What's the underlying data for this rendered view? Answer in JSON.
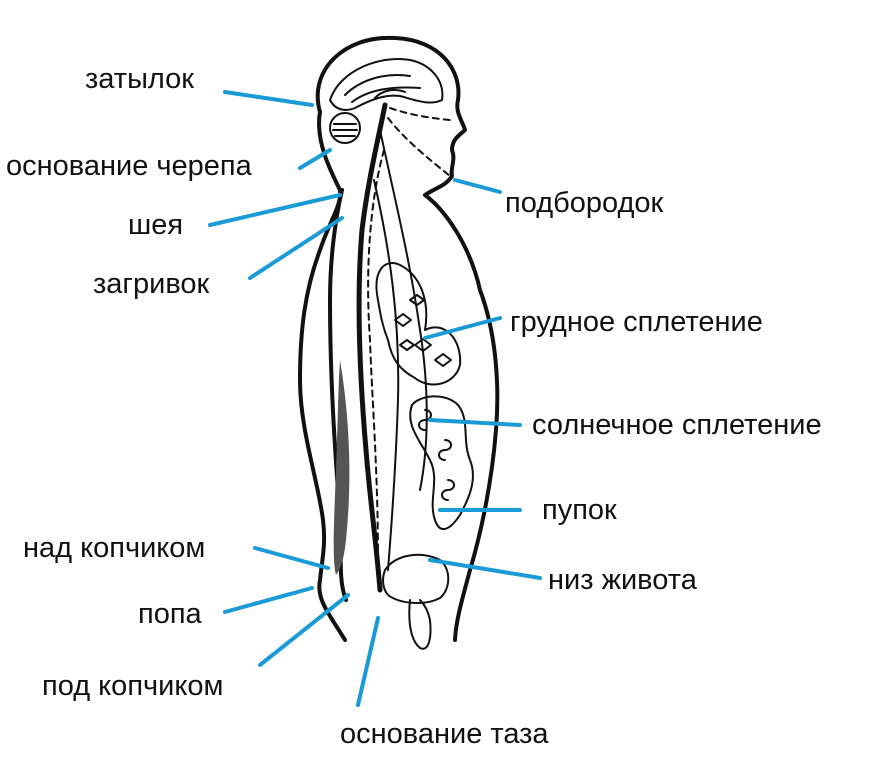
{
  "labels": {
    "occiput": "затылок",
    "skull_base": "основание черепа",
    "neck": "шея",
    "nape": "загривок",
    "chin": "подбородок",
    "chest_plexus": "грудное сплетение",
    "solar_plexus": "солнечное сплетение",
    "navel": "пупок",
    "lower_abdomen": "низ живота",
    "above_coccyx": "над копчиком",
    "buttocks": "попа",
    "below_coccyx": "под копчиком",
    "pelvic_base": "основание таза"
  },
  "colors": {
    "pointer": "#1a9bd7",
    "ink": "#111111",
    "background": "#ffffff"
  }
}
